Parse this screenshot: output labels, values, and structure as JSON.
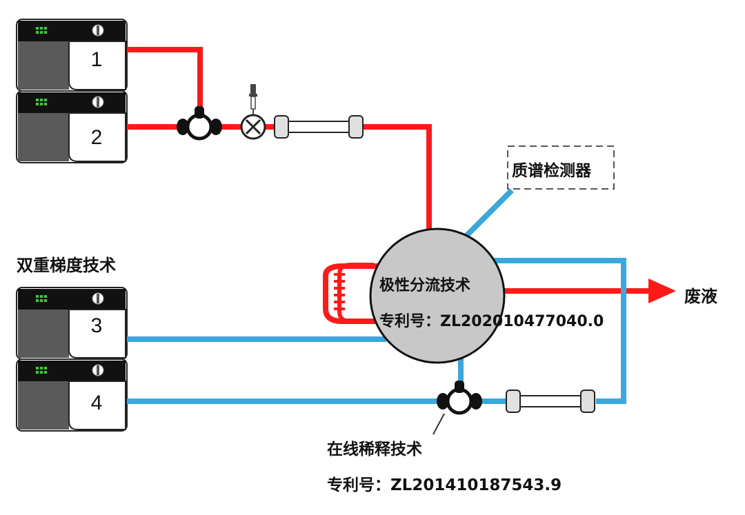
{
  "pumps": [
    {
      "number": "1"
    },
    {
      "number": "2"
    },
    {
      "number": "3"
    },
    {
      "number": "4"
    }
  ],
  "labels": {
    "dual_gradient": "双重梯度技术",
    "mass_spec": "质谱检测器",
    "polar_split_title": "极性分流技术",
    "polar_split_patent": "专利号：ZL202010477040.0",
    "waste": "废液",
    "online_dilution": "在线稀释技术",
    "online_dilution_patent": "专利号：ZL201410187543.9"
  },
  "colors": {
    "red_line": "#ff1a1a",
    "blue_line": "#3aa8dc",
    "valve_gray": "#c8c8c8",
    "pump_dark": "#5a5a5a",
    "pump_black": "#111111",
    "indicator_green": "#3ec83e"
  }
}
